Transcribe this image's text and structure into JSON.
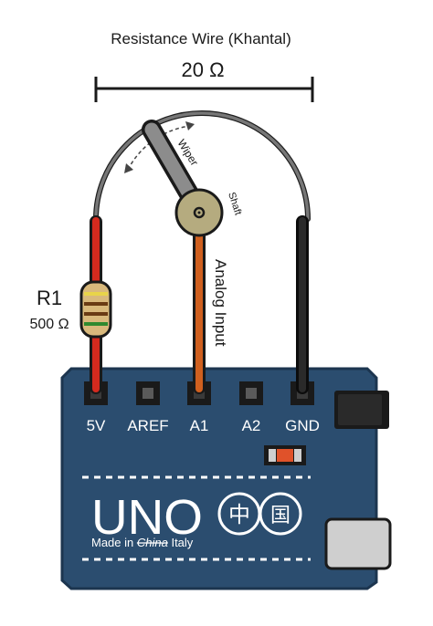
{
  "wire": {
    "title": "Resistance Wire (Khantal)",
    "resistance": "20 Ω"
  },
  "wiper": {
    "label": "Wiper",
    "shaft_label": "Shaft"
  },
  "signal": {
    "analog_label": "Analog Input"
  },
  "resistor": {
    "name": "R1",
    "value": "500 Ω"
  },
  "board": {
    "name": "UNO",
    "made_in_prefix": "Made in ",
    "made_in_struck": "China",
    "made_in_suffix": " Italy",
    "glyph_left": "中",
    "glyph_right": "国",
    "pins": [
      "5V",
      "AREF",
      "A1",
      "A2",
      "GND"
    ]
  },
  "colors": {
    "board": "#2b4d6f",
    "board_edge": "#1c354f",
    "wire_red": "#d42a1e",
    "wire_orange": "#d0601f",
    "wire_black": "#1f1f1f",
    "resistance_wire": "#6e6e6e",
    "resistor_body": "#d9b97c",
    "shaft": "#b5ab7f"
  }
}
